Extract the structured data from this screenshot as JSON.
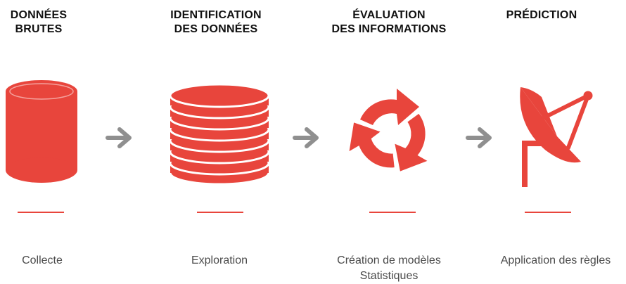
{
  "colors": {
    "accent": "#e8453c",
    "arrow": "#8f8f8f"
  },
  "steps": [
    {
      "title": "DONNÉES\nBRUTES",
      "icon": "cylinder-icon",
      "caption": "Collecte"
    },
    {
      "title": "IDENTIFICATION\nDES DONNÉES",
      "icon": "stacked-database-icon",
      "caption": "Exploration"
    },
    {
      "title": "ÉVALUATION\nDES INFORMATIONS",
      "icon": "cycle-arrows-icon",
      "caption": "Création de modèles\nStatistiques"
    },
    {
      "title": "PRÉDICTION",
      "icon": "satellite-dish-icon",
      "caption": "Application des règles"
    }
  ],
  "connectors": [
    "arrow-right-icon",
    "arrow-right-icon",
    "arrow-right-icon"
  ]
}
